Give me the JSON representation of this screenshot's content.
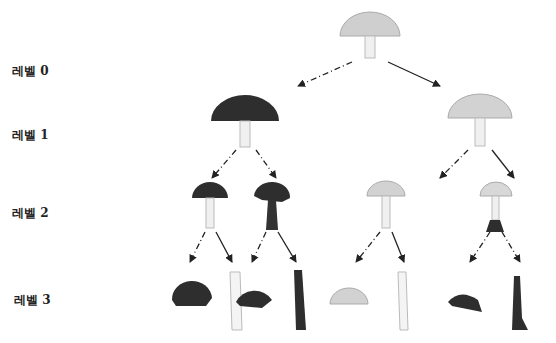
{
  "diagram": {
    "labels": [
      "레벨 0",
      "레벨 1",
      "레벨 2",
      "레벨 3"
    ]
  }
}
